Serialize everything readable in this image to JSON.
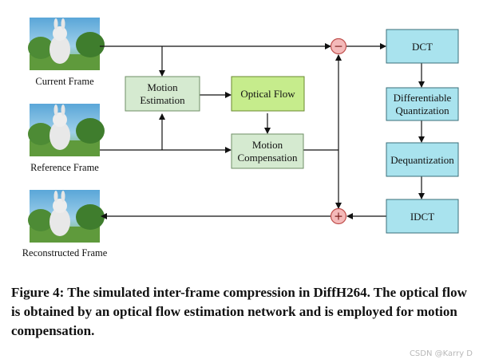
{
  "frames": {
    "current": "Current Frame",
    "reference": "Reference Frame",
    "reconstructed": "Reconstructed Frame"
  },
  "blocks": {
    "motion_estimation": [
      "Motion",
      "Estimation"
    ],
    "optical_flow": "Optical Flow",
    "motion_compensation": [
      "Motion",
      "Compensation"
    ],
    "dct": "DCT",
    "quantization": [
      "Differentiable",
      "Quantization"
    ],
    "dequantization": "Dequantization",
    "idct": "IDCT"
  },
  "operators": {
    "subtract": "−",
    "add": "+"
  },
  "caption": "Figure 4: The simulated inter-frame compression in DiffH264. The optical flow is obtained by an optical flow estimation network and is employed for motion compensation.",
  "watermark": "CSDN @Karry  D",
  "colors": {
    "green_block": "#d5ead0",
    "green_border": "#6f8f66",
    "yellow_green_block": "#c6ec8c",
    "yellow_green_border": "#6a8a2e",
    "cyan_block": "#a9e3ee",
    "cyan_border": "#3b6f7a",
    "operator_fill": "#f4b9b9",
    "operator_border": "#c0504d"
  }
}
